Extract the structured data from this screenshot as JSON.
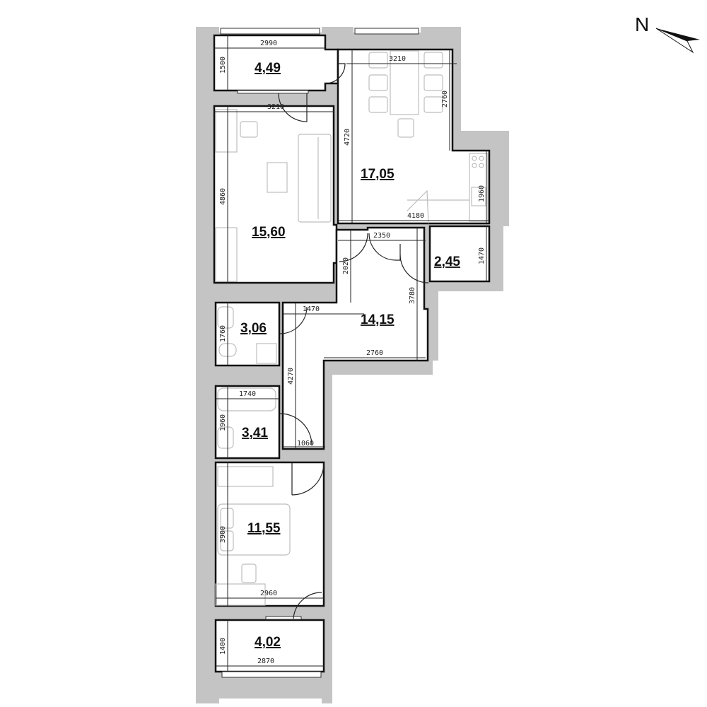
{
  "compass": {
    "label": "N"
  },
  "rooms": [
    {
      "id": "balcony-top",
      "area": "4,49",
      "dims": [
        "2990",
        "1500"
      ]
    },
    {
      "id": "living-room",
      "area": "15,60",
      "dims": [
        "3210",
        "4860"
      ]
    },
    {
      "id": "kitchen-dining",
      "area": "17,05",
      "dims": [
        "3210",
        "2760",
        "4720",
        "4180",
        "1960"
      ]
    },
    {
      "id": "hallway",
      "area": "14,15",
      "dims": [
        "2350",
        "2020",
        "3780",
        "2760",
        "1470",
        "4270",
        "1060"
      ]
    },
    {
      "id": "storage",
      "area": "2,45",
      "dims": [
        "1470"
      ]
    },
    {
      "id": "toilet",
      "area": "3,06",
      "dims": [
        "1760"
      ]
    },
    {
      "id": "bathroom",
      "area": "3,41",
      "dims": [
        "1740",
        "1960"
      ]
    },
    {
      "id": "bedroom",
      "area": "11,55",
      "dims": [
        "3900",
        "2960"
      ]
    },
    {
      "id": "balcony-bottom",
      "area": "4,02",
      "dims": [
        "2870",
        "1400"
      ]
    }
  ],
  "colors": {
    "wall": "#c4c4c4",
    "outline": "#111111",
    "furniture": "#bdbdbd"
  }
}
